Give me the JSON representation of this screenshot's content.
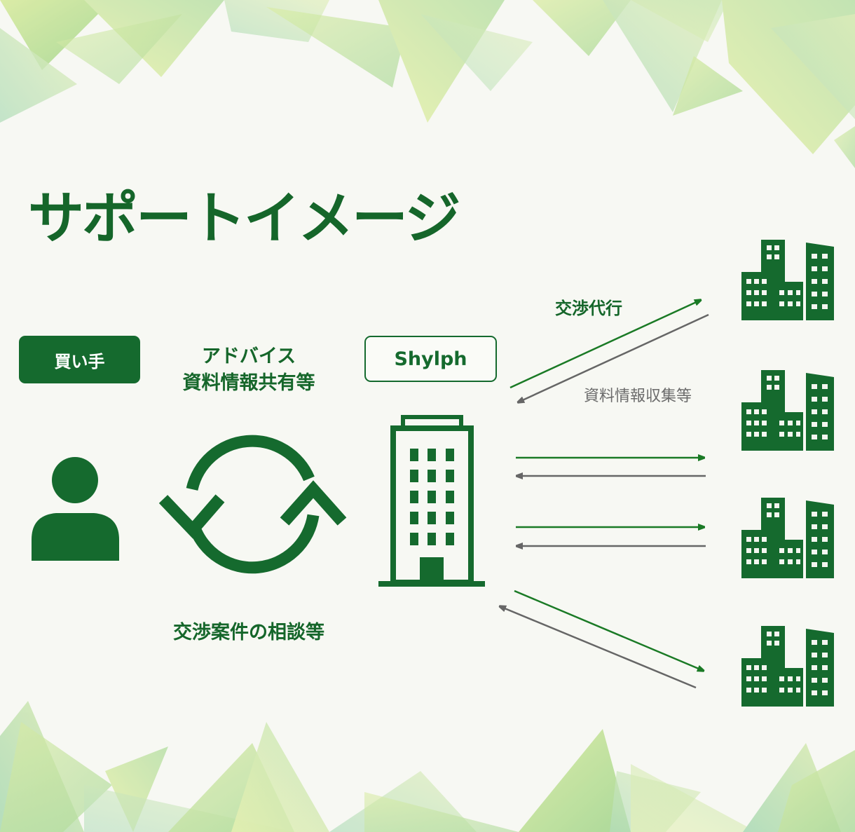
{
  "title": "サポートイメージ",
  "buyer": {
    "label": "買い手"
  },
  "shylph": {
    "label": "Shylph"
  },
  "advice": {
    "line1": "アドバイス",
    "line2": "資料情報共有等"
  },
  "consult": {
    "label": "交渉案件の相談等"
  },
  "negotiation": {
    "label": "交渉代行"
  },
  "collection": {
    "label": "資料情報収集等"
  },
  "icons": {
    "buyer": "person-icon",
    "cycle": "refresh-cycle-icon",
    "shylph": "office-building-icon",
    "companies": "company-buildings-icon"
  },
  "colors": {
    "primary_green": "#156a2e",
    "arrow_green": "#1a7a25",
    "arrow_gray": "#666666",
    "background": "#f7f8f3"
  }
}
